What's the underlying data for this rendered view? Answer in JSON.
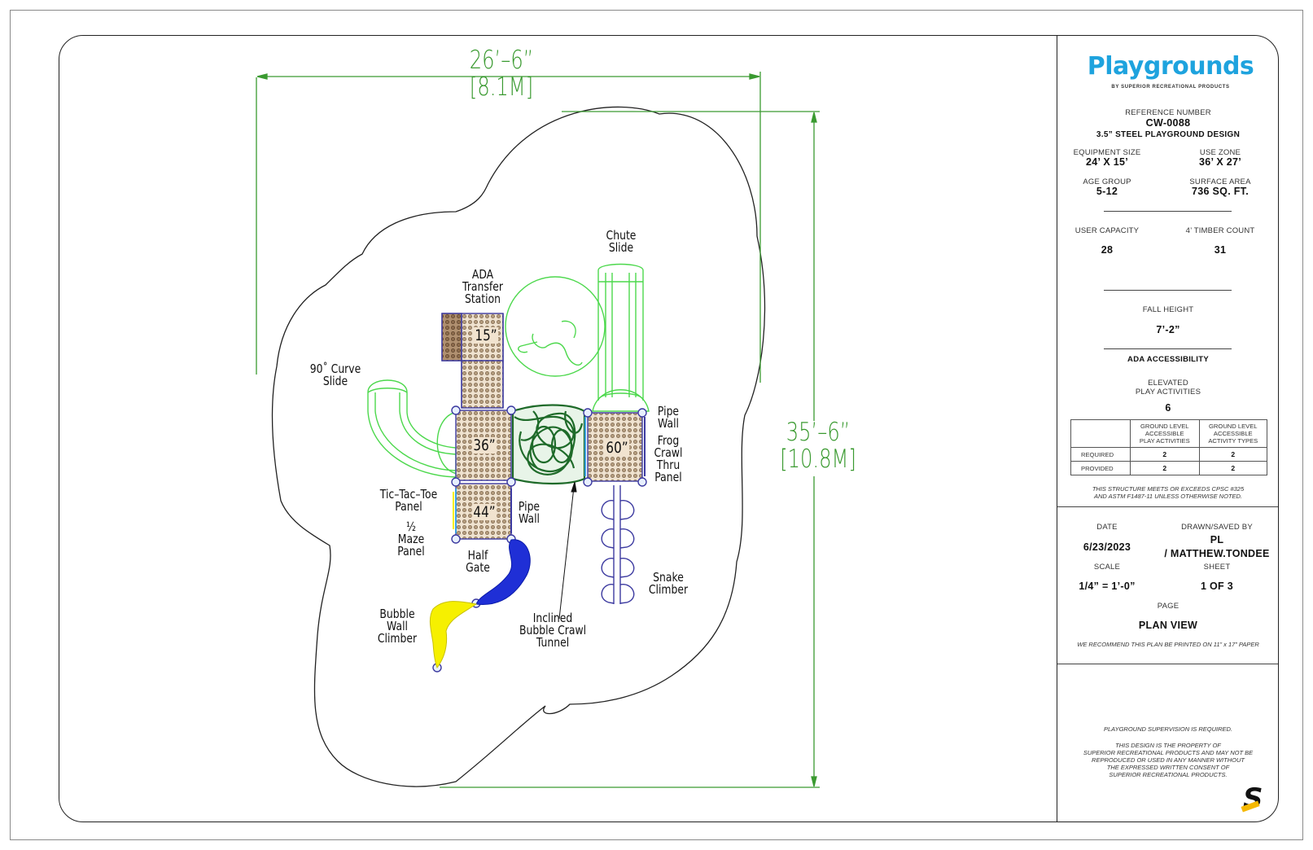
{
  "dimensions": {
    "width_ft": "26’–6”",
    "width_m": "[8.1M]",
    "depth_ft": "35’–6”",
    "depth_m": "[10.8M]"
  },
  "decks": {
    "d15": "15”",
    "d36": "36”",
    "d44": "44”",
    "d60": "60”"
  },
  "components": {
    "chute_slide": "Chute\nSlide",
    "ada_transfer": "ADA\nTransfer\nStation",
    "curve_slide": "90˚ Curve\nSlide",
    "pipe_wall_right": "Pipe\nWall",
    "frog_panel": "Frog\nCrawl\nThru\nPanel",
    "tic_tac_toe": "Tic–Tac–Toe\nPanel",
    "pipe_wall_left": "Pipe\nWall",
    "maze_panel": "½\nMaze\nPanel",
    "half_gate": "Half\nGate",
    "bubble_wall": "Bubble\nWall\nClimber",
    "crawl_tunnel": "Inclined\nBubble Crawl\nTunnel",
    "snake_climber": "Snake\nClimber"
  },
  "title_block": {
    "brand": "Playgrounds",
    "brand_sub": "BY SUPERIOR RECREATIONAL PRODUCTS",
    "ref_caption": "REFERENCE NUMBER",
    "ref_value": "CW-0088",
    "design": "3.5” STEEL PLAYGROUND DESIGN",
    "equip_caption": "EQUIPMENT SIZE",
    "equip_value": "24’ X 15’",
    "zone_caption": "USE ZONE",
    "zone_value": "36’ X 27’",
    "age_caption": "AGE GROUP",
    "age_value": "5-12",
    "surface_caption": "SURFACE AREA",
    "surface_value": "736 SQ. FT.",
    "capacity_caption": "USER CAPACITY",
    "capacity_value": "28",
    "timber_caption": "4’ TIMBER COUNT",
    "timber_value": "31",
    "fall_caption": "FALL HEIGHT",
    "fall_value": "7’-2”",
    "ada_title": "ADA ACCESSIBILITY",
    "elevated_caption": "ELEVATED\nPLAY ACTIVITIES",
    "elevated_value": "6",
    "table": {
      "col1": "GROUND LEVEL\nACCESSIBLE\nPLAY ACTIVITIES",
      "col2": "GROUND LEVEL\nACCESSIBLE\nACTIVITY TYPES",
      "rows": [
        {
          "label": "REQUIRED",
          "a": "2",
          "b": "2"
        },
        {
          "label": "PROVIDED",
          "a": "2",
          "b": "2"
        }
      ]
    },
    "compliance": "THIS STRUCTURE MEETS OR EXCEEDS CPSC #325\nAND ASTM F1487-11 UNLESS OTHERWISE NOTED.",
    "date_caption": "DATE",
    "date_value": "6/23/2023",
    "drawn_caption": "DRAWN/SAVED BY",
    "drawn_value": "PL\n/ MATTHEW.TONDEE",
    "scale_caption": "SCALE",
    "scale_value": "1/4” = 1’-0”",
    "sheet_caption": "SHEET",
    "sheet_value": "1 OF 3",
    "page_caption": "PAGE",
    "page_value": "PLAN VIEW",
    "print_note": "WE RECOMMEND THIS PLAN BE PRINTED ON 11” x 17” PAPER",
    "supervision": "PLAYGROUND SUPERVISION IS REQUIRED.",
    "property_note": "THIS DESIGN IS THE PROPERTY OF\nSUPERIOR RECREATIONAL PRODUCTS AND MAY NOT BE\nREPRODUCED OR USED IN ANY MANNER WITHOUT\nTHE EXPRESSED WRITTEN CONSENT OF\nSUPERIOR RECREATIONAL PRODUCTS.",
    "logo": "S"
  },
  "colors": {
    "dimension": "#3a9a30",
    "slide": "#4cd84c",
    "deck_fill": "#b9a58a",
    "post": "#3c3aa0",
    "tunnel": "#1f6b2a",
    "blue_climber": "#1f2fd6",
    "yellow_climber": "#f6f000",
    "brand": "#1ea3de"
  }
}
